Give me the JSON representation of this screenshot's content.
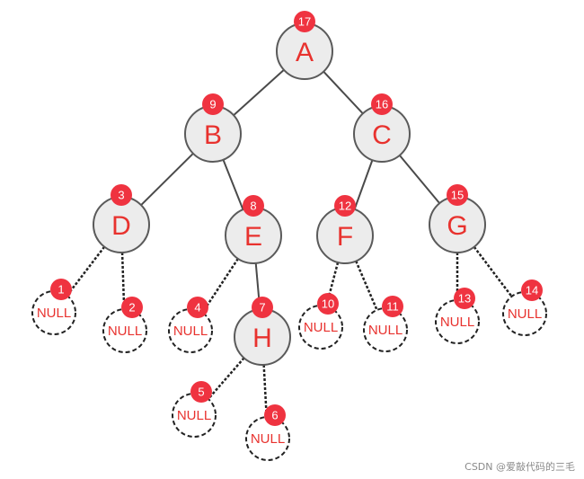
{
  "colors": {
    "node_fill": "#ececec",
    "node_stroke": "#5a5a5a",
    "label": "#e8322e",
    "badge": "#ef3340",
    "edge": "#4a4a4a",
    "dashed": "#222222"
  },
  "nodes": [
    {
      "id": "A",
      "label": "A",
      "order": "17",
      "kind": "node",
      "parent": null
    },
    {
      "id": "B",
      "label": "B",
      "order": "9",
      "kind": "node",
      "parent": "A"
    },
    {
      "id": "C",
      "label": "C",
      "order": "16",
      "kind": "node",
      "parent": "A"
    },
    {
      "id": "D",
      "label": "D",
      "order": "3",
      "kind": "node",
      "parent": "B"
    },
    {
      "id": "E",
      "label": "E",
      "order": "8",
      "kind": "node",
      "parent": "B"
    },
    {
      "id": "F",
      "label": "F",
      "order": "12",
      "kind": "node",
      "parent": "C"
    },
    {
      "id": "G",
      "label": "G",
      "order": "15",
      "kind": "node",
      "parent": "C"
    },
    {
      "id": "H",
      "label": "H",
      "order": "7",
      "kind": "node",
      "parent": "E"
    },
    {
      "id": "n1",
      "label": "NULL",
      "order": "1",
      "kind": "null",
      "parent": "D"
    },
    {
      "id": "n2",
      "label": "NULL",
      "order": "2",
      "kind": "null",
      "parent": "D"
    },
    {
      "id": "n4",
      "label": "NULL",
      "order": "4",
      "kind": "null",
      "parent": "E"
    },
    {
      "id": "n5",
      "label": "NULL",
      "order": "5",
      "kind": "null",
      "parent": "H"
    },
    {
      "id": "n6",
      "label": "NULL",
      "order": "6",
      "kind": "null",
      "parent": "H"
    },
    {
      "id": "n10",
      "label": "NULL",
      "order": "10",
      "kind": "null",
      "parent": "F"
    },
    {
      "id": "n11",
      "label": "NULL",
      "order": "11",
      "kind": "null",
      "parent": "F"
    },
    {
      "id": "n13",
      "label": "NULL",
      "order": "13",
      "kind": "null",
      "parent": "G"
    },
    {
      "id": "n14",
      "label": "NULL",
      "order": "14",
      "kind": "null",
      "parent": "G"
    }
  ],
  "watermark": "CSDN @爱敲代码的三毛"
}
